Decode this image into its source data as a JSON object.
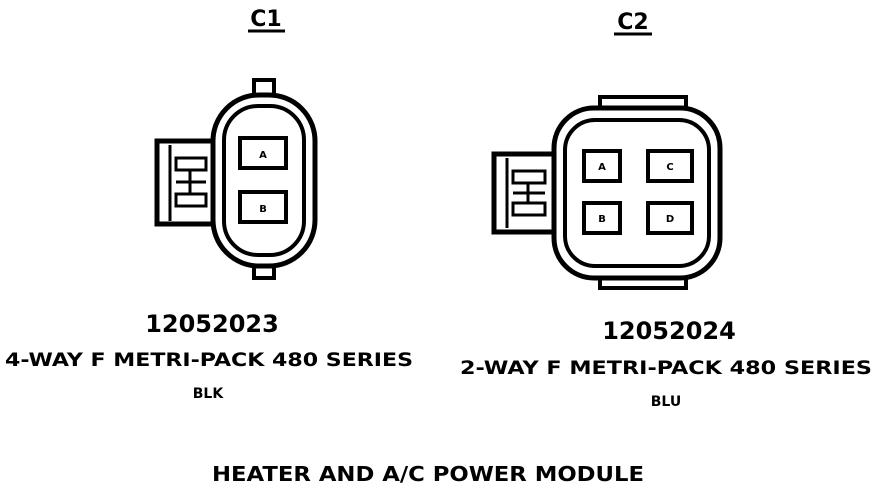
{
  "diagram": {
    "caption": "HEATER AND A/C POWER MODULE",
    "connectors": [
      {
        "id": "C1",
        "part_number": "12052023",
        "description": "4-WAY F METRI-PACK 480 SERIES",
        "color": "BLK",
        "pins": [
          "A",
          "B"
        ]
      },
      {
        "id": "C2",
        "part_number": "12052024",
        "description": "2-WAY F METRI-PACK 480 SERIES",
        "color": "BLU",
        "pins": [
          "A",
          "C",
          "B",
          "D"
        ]
      }
    ]
  }
}
